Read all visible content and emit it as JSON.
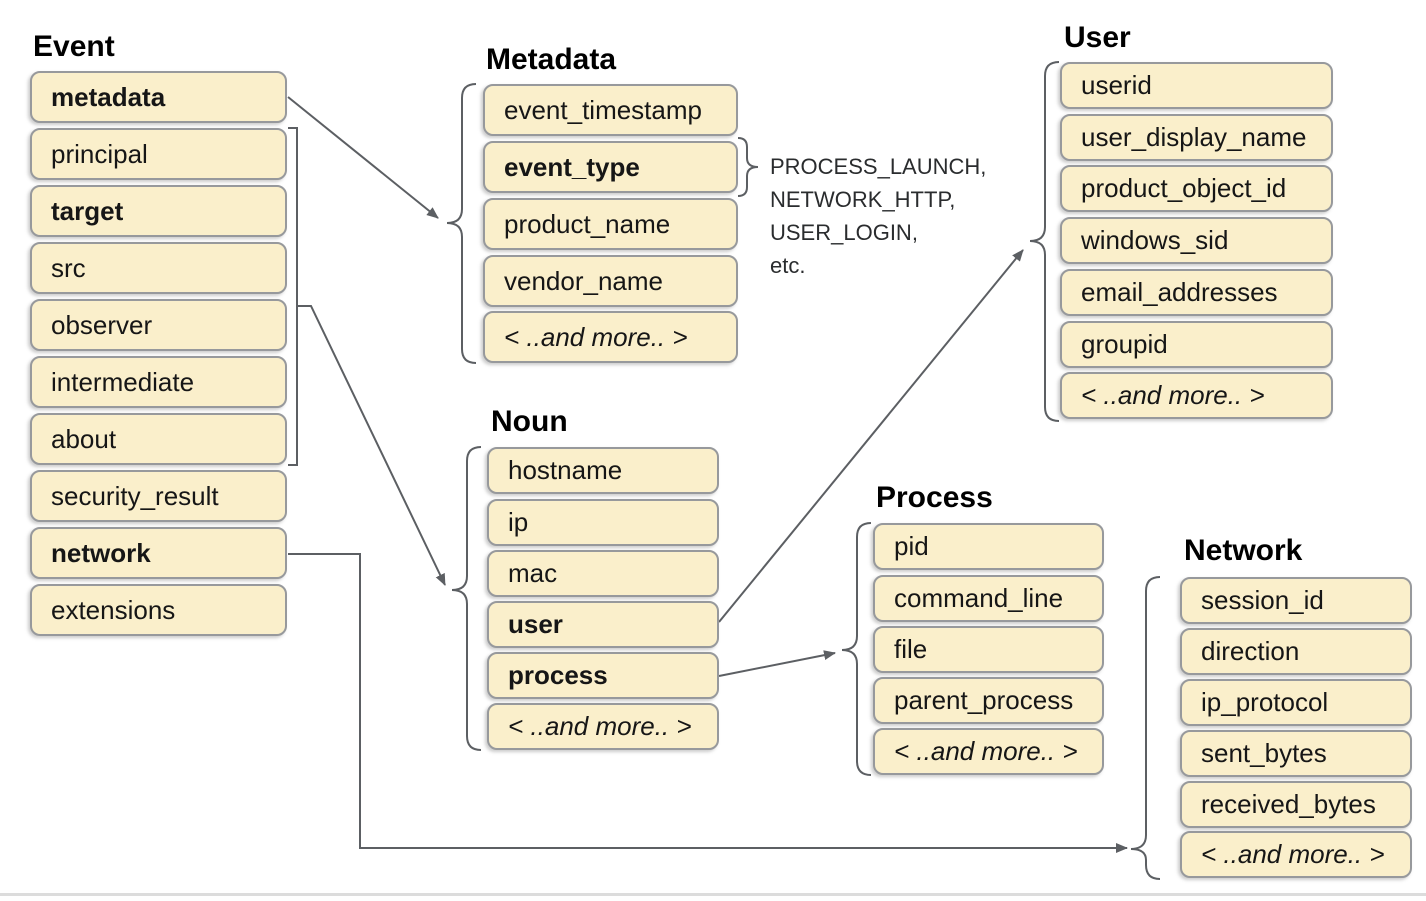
{
  "groups": {
    "event": {
      "title": "Event",
      "fields": [
        {
          "label": "metadata"
        },
        {
          "label": "principal"
        },
        {
          "label": "target"
        },
        {
          "label": "src"
        },
        {
          "label": "observer"
        },
        {
          "label": "intermediate"
        },
        {
          "label": "about"
        },
        {
          "label": "security_result"
        },
        {
          "label": "network"
        },
        {
          "label": "extensions"
        }
      ]
    },
    "metadata": {
      "title": "Metadata",
      "fields": [
        {
          "label": "event_timestamp"
        },
        {
          "label": "event_type"
        },
        {
          "label": "product_name"
        },
        {
          "label": "vendor_name"
        },
        {
          "label": "< ..and more.. >"
        }
      ]
    },
    "noun": {
      "title": "Noun",
      "fields": [
        {
          "label": "hostname"
        },
        {
          "label": "ip"
        },
        {
          "label": "mac"
        },
        {
          "label": "user"
        },
        {
          "label": "process"
        },
        {
          "label": "< ..and more.. >"
        }
      ]
    },
    "user": {
      "title": "User",
      "fields": [
        {
          "label": "userid"
        },
        {
          "label": "user_display_name"
        },
        {
          "label": "product_object_id"
        },
        {
          "label": "windows_sid"
        },
        {
          "label": "email_addresses"
        },
        {
          "label": "groupid"
        },
        {
          "label": "< ..and more.. >"
        }
      ]
    },
    "process": {
      "title": "Process",
      "fields": [
        {
          "label": "pid"
        },
        {
          "label": "command_line"
        },
        {
          "label": "file"
        },
        {
          "label": "parent_process"
        },
        {
          "label": "< ..and more.. >"
        }
      ]
    },
    "network": {
      "title": "Network",
      "fields": [
        {
          "label": "session_id"
        },
        {
          "label": "direction"
        },
        {
          "label": "ip_protocol"
        },
        {
          "label": "sent_bytes"
        },
        {
          "label": "received_bytes"
        },
        {
          "label": "< ..and more.. >"
        }
      ]
    }
  },
  "annotation": {
    "lines": [
      "PROCESS_LAUNCH,",
      "NETWORK_HTTP,",
      "USER_LOGIN,",
      "etc."
    ]
  },
  "colors": {
    "box_fill": "#FAEFCB",
    "box_border": "#97999C",
    "connector": "#5C5F63",
    "text": "#161616"
  }
}
